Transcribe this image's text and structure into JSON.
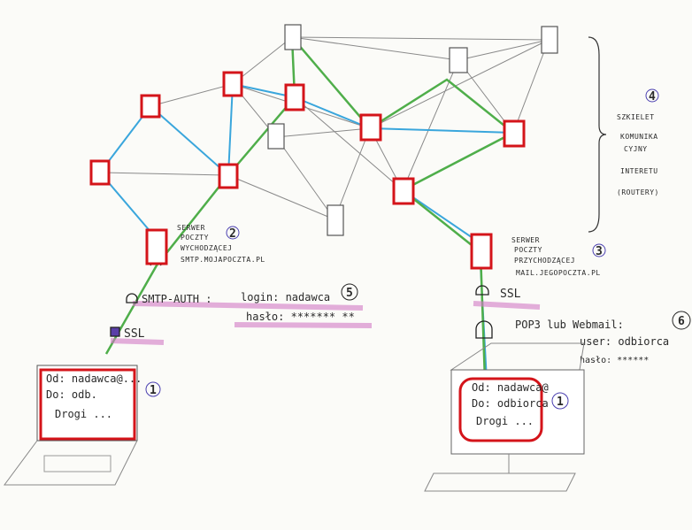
{
  "backbone": {
    "number": "4",
    "label_lines": [
      "SZKIELET",
      "KOMUNIKA",
      "CYJNY",
      "INTERETU",
      "(ROUTERY)"
    ]
  },
  "outgoing_server": {
    "number": "2",
    "lines": [
      "SERWER",
      "POCZTY",
      "WYCHODZĄCEJ",
      "SMTP.MOJAPOCZTA.PL"
    ]
  },
  "incoming_server": {
    "number": "3",
    "lines": [
      "SERWER",
      "POCZTY",
      "PRZYCHODZĄCEJ",
      "MAIL.JEGOPOCZTA.PL"
    ]
  },
  "smtp_auth": {
    "number": "5",
    "label": "SMTP-AUTH :",
    "login": "login: nadawca",
    "password": "hasło: ******* **"
  },
  "ssl_left": "SSL",
  "ssl_right": "SSL",
  "pop3": {
    "number": "6",
    "label": "POP3 lub Webmail:",
    "user": "user: odbiorca",
    "password": "hasło: ******"
  },
  "sender_laptop": {
    "number": "1",
    "from": "Od: nadawca@...",
    "to": "Do: odb.",
    "body": "Drogi ..."
  },
  "recipient_pc": {
    "number": "1",
    "from": "Od: nadawca@",
    "to": "Do: odbiorca",
    "body": "Drogi ..."
  },
  "colors": {
    "router_red": "#d4141a",
    "path_green": "#4fae4a",
    "link_blue": "#3aa6dc",
    "highlight_pink": "#d27ac6",
    "number_circle": "#4a3fb0"
  }
}
